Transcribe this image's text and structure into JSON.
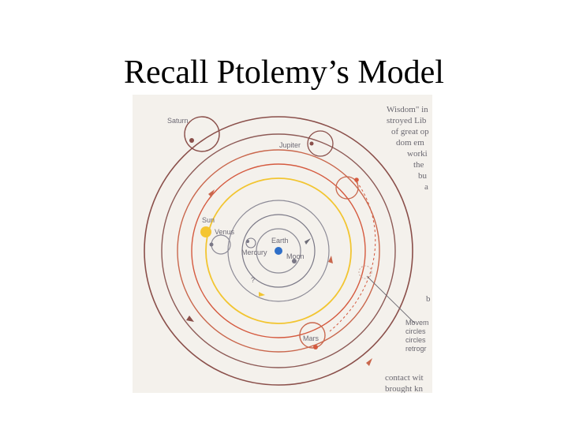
{
  "slide": {
    "title": "Recall Ptolemy’s Model"
  },
  "diagram": {
    "labels": {
      "saturn": "Saturn",
      "jupiter": "Jupiter",
      "sun": "Sun",
      "venus": "Venus",
      "earth": "Earth",
      "mercury": "Mercury",
      "moon": "Moon",
      "mars": "Mars",
      "question": "?"
    },
    "side_text": {
      "top_lines": [
        "Wisdom\" in",
        "stroyed Lib",
        "of great op",
        "dom em",
        "worki",
        "the",
        "bu",
        "a"
      ],
      "mid_letter": "b",
      "caption_lines": [
        "Movem",
        "circles",
        "circles",
        "retrogr"
      ],
      "bottom_lines": [
        "contact wit",
        "brought kn"
      ]
    },
    "colors": {
      "background": "#f4f1ec",
      "outer_orbit": "#8a4f4a",
      "saturn_orbit": "#b46b5e",
      "mars_orbit": "#d0573f",
      "sun_orbit": "#f2c531",
      "inner_orbit": "#6e6d78",
      "earth": "#2f6fc8",
      "sun": "#f4c531"
    }
  }
}
